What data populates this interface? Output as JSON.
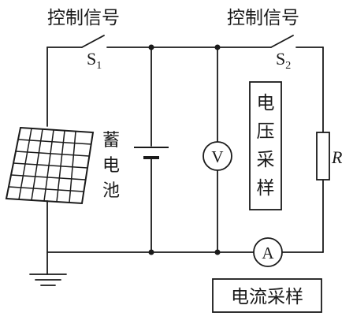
{
  "diagram": {
    "control_signal_left": "控制信号",
    "control_signal_right": "控制信号",
    "switch_1": {
      "letter": "S",
      "sub": "1"
    },
    "switch_2": {
      "letter": "S",
      "sub": "2"
    },
    "battery_label": [
      "蓄",
      "电",
      "池"
    ],
    "voltmeter_label": "V",
    "ammeter_label": "A",
    "voltage_sampling": [
      "电",
      "压",
      "采",
      "样"
    ],
    "resistor_label": "R",
    "current_sampling": "电流采样"
  },
  "colors": {
    "ink": "#1a1a1a",
    "background": "#ffffff"
  }
}
